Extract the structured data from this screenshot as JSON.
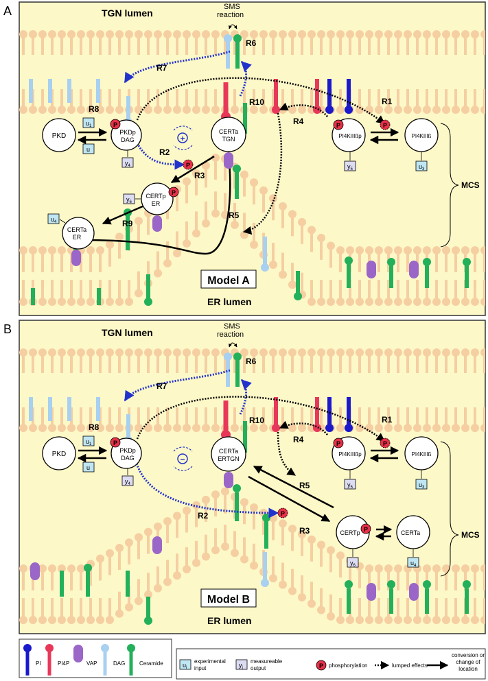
{
  "panel_a": {
    "letter": "A",
    "tgn_lumen": "TGN lumen",
    "er_lumen": "ER lumen",
    "sms_line1": "SMS",
    "sms_line2": "reaction",
    "model": "Model A",
    "mcs": "MCS",
    "reactions": {
      "r1": "R1",
      "r2": "R2",
      "r3": "R3",
      "r4": "R4",
      "r5": "R5",
      "r6": "R6",
      "r7": "R7",
      "r8": "R8",
      "r9": "R9",
      "r10": "R10"
    },
    "nodes": {
      "pkd": "PKD",
      "pkdp_l1": "PKDp",
      "pkdp_l2": "DAG",
      "certa_tgn_l1": "CERTa",
      "certa_tgn_l2": "TGN",
      "certp_er_l1": "CERTp",
      "certp_er_l2": "ER",
      "certa_er_l1": "CERTa",
      "certa_er_l2": "ER",
      "pi4kp": "PI4KIIIßp",
      "pi4k": "PI4KIIIß"
    },
    "boxes": {
      "u1": "u",
      "u1_sub": "1",
      "u2": "u",
      "u3": "u",
      "u3_sub": "3",
      "u4": "u",
      "u4_sub": "4",
      "y4": "y",
      "y4_sub": "4",
      "y5": "y",
      "y5_sub": "5",
      "y6": "y",
      "y6_sub": "6"
    },
    "p": "P",
    "feedback_sign": "+"
  },
  "panel_b": {
    "letter": "B",
    "tgn_lumen": "TGN lumen",
    "er_lumen": "ER lumen",
    "sms_line1": "SMS",
    "sms_line2": "reaction",
    "model": "Model B",
    "mcs": "MCS",
    "reactions": {
      "r1": "R1",
      "r2": "R2",
      "r3": "R3",
      "r4": "R4",
      "r5": "R5",
      "r6": "R6",
      "r7": "R7",
      "r8": "R8",
      "r10": "R10"
    },
    "nodes": {
      "pkd": "PKD",
      "pkdp_l1": "PKDp",
      "pkdp_l2": "DAG",
      "certa_l1": "CERTa",
      "certa_l2": "ERTGN",
      "certp": "CERTp",
      "certa": "CERTa",
      "pi4kp": "PI4KIIIßp",
      "pi4k": "PI4KIIIß"
    },
    "boxes": {
      "u1": "u",
      "u1_sub": "1",
      "u2": "u",
      "u3": "u",
      "u3_sub": "3",
      "u4": "u",
      "u4_sub": "4",
      "y4": "y",
      "y4_sub": "4",
      "y5": "y",
      "y5_sub": "5",
      "y6": "y",
      "y6_sub": "6"
    },
    "p": "P",
    "feedback_sign": "−"
  },
  "legend": {
    "pi": "PI",
    "pi4p": "PI4P",
    "vap": "VAP",
    "dag": "DAG",
    "ceramide": "Ceramide",
    "u": "u",
    "u_sub": "i",
    "experimental_1": "experimental",
    "experimental_2": "input",
    "y": "y",
    "y_sub": "j",
    "measurable_1": "measureable",
    "measurable_2": "output",
    "p": "P",
    "phosphorylation": "phosphorylation",
    "lumped": "lumped effects",
    "conversion_1": "conversion or",
    "conversion_2": "change of",
    "conversion_3": "location"
  },
  "colors": {
    "background": "#fdf8c8",
    "lipid": "#f5cfa2",
    "pi": "#1a1acc",
    "pi4p": "#e8385a",
    "vap": "#9a66c8",
    "dag": "#a8d0f0",
    "ceramide": "#22b05a",
    "phospho": "#e83048",
    "feedback": "#2233cc",
    "input_box": "#bfe6f2",
    "output_box": "#dcdcf2"
  }
}
